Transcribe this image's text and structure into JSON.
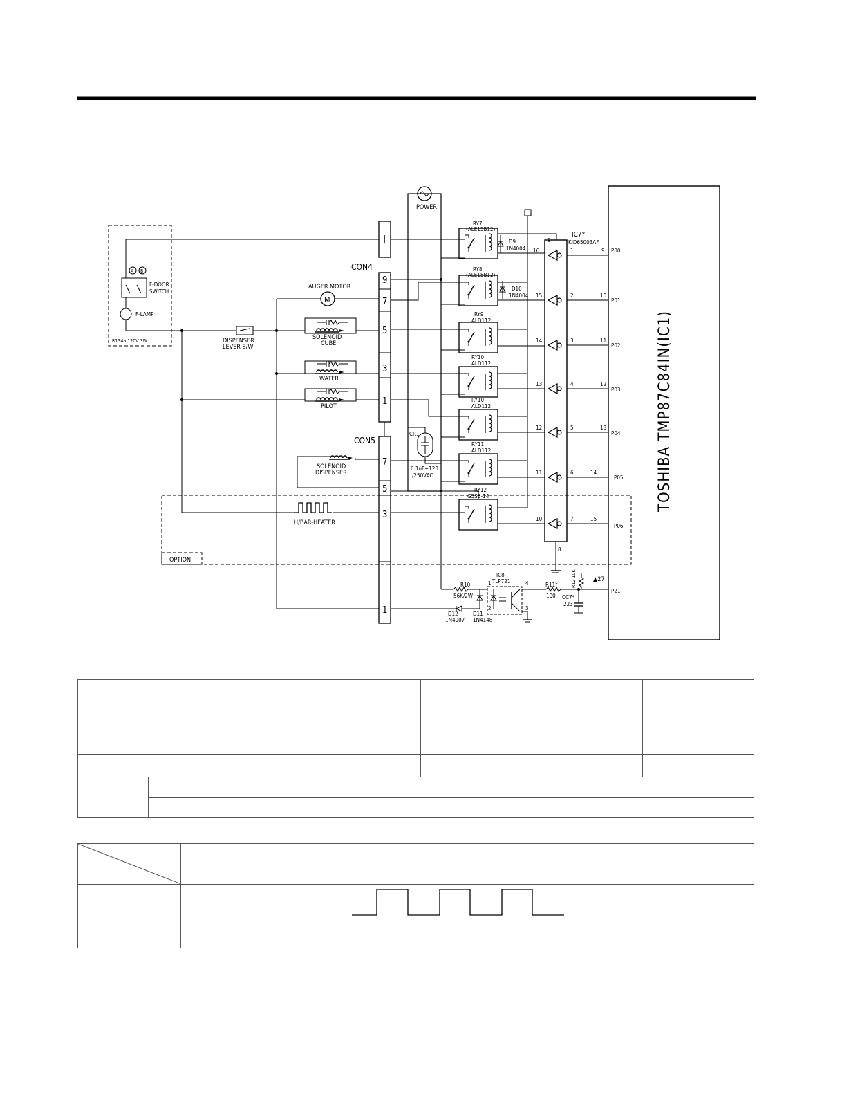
{
  "diagram": {
    "power_label": "POWER",
    "door_switch_a": "A",
    "door_switch_b": "B",
    "door_switch_label_1": "F-DOOR",
    "door_switch_label_2": "SWITCH",
    "lamp_label": "F-LAMP",
    "lamp_rating": "R134a 120V 3W",
    "con4_label": "CON4",
    "con5_label": "CON5",
    "auger_label": "AUGER MOTOR",
    "motor_symbol": "M",
    "dispenser_lever_1": "DISPENSER",
    "dispenser_lever_2": "LEVER S/W",
    "solenoid_cube_1": "SOLENOID",
    "solenoid_cube_2": "CUBE",
    "water_label": "WATER",
    "pilot_label": "PILOT",
    "solenoid_disp_1": "SOLENOID",
    "solenoid_disp_2": "DISPENSER",
    "heater_label": "H/BAR-HEATER",
    "option_label": "OPTION",
    "cr1_label": "CR1",
    "cr1_value_1": "0.1uF+120",
    "cr1_value_2": "/250VAC",
    "ic7_label": "IC7*",
    "ic7_part": "KID65003AF",
    "mcu_label": "TOSHIBA TMP87C84IN(IC1)",
    "relays": [
      {
        "name": "RY7",
        "part": "(ALE15B12)"
      },
      {
        "name": "RY8",
        "part": "(ALE15B12)"
      },
      {
        "name": "RY9",
        "part": "ALD112"
      },
      {
        "name": "RY10",
        "part": "ALD112"
      },
      {
        "name": "RY10",
        "part": "ALD112"
      },
      {
        "name": "RY11",
        "part": "ALD112"
      },
      {
        "name": "RY12",
        "part": "G5SB-14"
      }
    ],
    "diodes": [
      {
        "name": "D9",
        "part": "1N4004"
      },
      {
        "name": "D10",
        "part": "1N4004"
      }
    ],
    "con4_pins": [
      "9",
      "7",
      "5",
      "3",
      "1"
    ],
    "con5_pins": [
      "7",
      "5",
      "3",
      "1"
    ],
    "driver_out_pins": [
      "16",
      "15",
      "14",
      "13",
      "12",
      "11",
      "10"
    ],
    "driver_in_pins": [
      "1",
      "2",
      "3",
      "4",
      "5",
      "6",
      "7"
    ],
    "mcu_pin_nums": [
      "9",
      "10",
      "11",
      "12",
      "13",
      "14",
      "15"
    ],
    "mcu_ports": [
      "P00",
      "P01",
      "P02",
      "P03",
      "P04",
      "P05",
      "P06"
    ],
    "ic7_pin_9": "9",
    "ic7_pin_8": "8",
    "r10_name": "R10",
    "r10_value": "56K/2W",
    "ic8_name": "IC8",
    "ic8_part": "TLP721",
    "ic8_pin_1": "1",
    "ic8_pin_2": "2",
    "ic8_pin_3": "3",
    "ic8_pin_4": "4",
    "d11_name": "D11",
    "d11_part": "1N4148",
    "d12_name": "D12",
    "d12_part": "1N4007",
    "r11_name": "R11*",
    "r11_value": "100",
    "cc7_name": "CC7*",
    "cc7_value": "223",
    "r12_label": "R12 10K",
    "pin27_label": "27",
    "p21_label": "P21"
  }
}
